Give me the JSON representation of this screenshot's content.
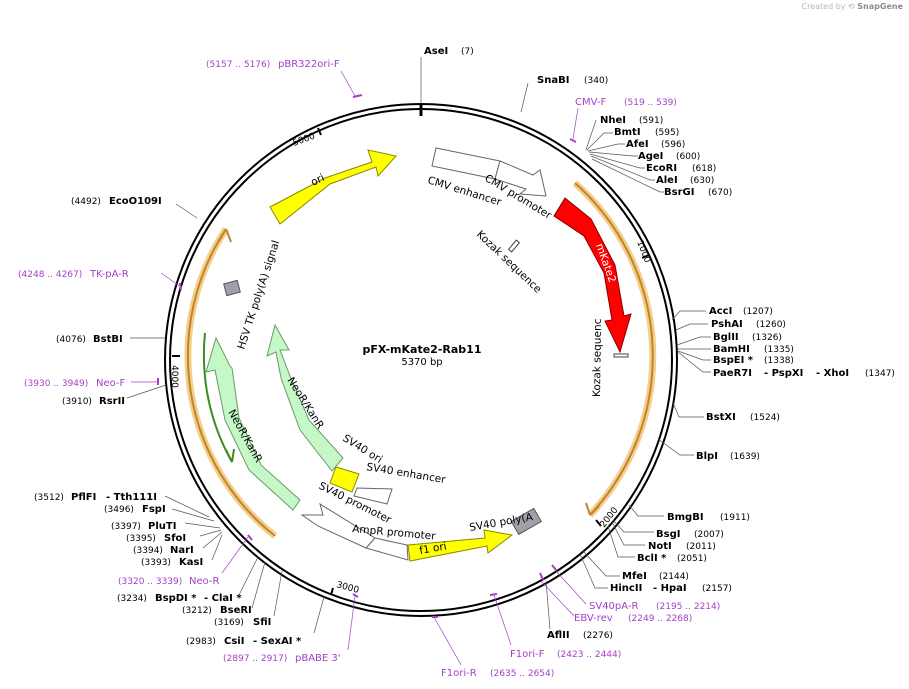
{
  "credit": {
    "prefix": "Created by",
    "brand": "SnapGene"
  },
  "plasmid": {
    "name": "pFX-mKate2-Rab11",
    "size": "5370 bp"
  },
  "ticks": [
    "1000",
    "2000",
    "3000",
    "4000",
    "5000"
  ],
  "features": {
    "cmv_enhancer": "CMV enhancer",
    "cmv_promoter": "CMV promoter",
    "kozak1": "Kozak sequence",
    "mkate2": "mKate2",
    "kozak2": "Kozak sequence",
    "sv40_polya": "SV40 poly(A) signal",
    "f1_ori": "f1 ori",
    "ampr_promoter": "AmpR promoter",
    "sv40_promoter": "SV40 promoter",
    "sv40_enhancer": "SV40 enhancer",
    "sv40_ori": "SV40 ori",
    "neor_inner": "NeoR/KanR",
    "neor_outer": "NeoR/KanR",
    "hsv_tk": "HSV TK poly(A) signal",
    "ori": "ori"
  },
  "enzymes": [
    {
      "name": "AseI",
      "pos": "(7)"
    },
    {
      "name": "SnaBI",
      "pos": "(340)"
    },
    {
      "name": "NheI",
      "pos": "(591)"
    },
    {
      "name": "BmtI",
      "pos": "(595)"
    },
    {
      "name": "AfeI",
      "pos": "(596)"
    },
    {
      "name": "AgeI",
      "pos": "(600)"
    },
    {
      "name": "EcoRI",
      "pos": "(618)"
    },
    {
      "name": "AleI",
      "pos": "(630)"
    },
    {
      "name": "BsrGI",
      "pos": "(670)"
    },
    {
      "name": "AccI",
      "pos": "(1207)"
    },
    {
      "name": "PshAI",
      "pos": "(1260)"
    },
    {
      "name": "BglII",
      "pos": "(1326)"
    },
    {
      "name": "BamHI",
      "pos": "(1335)"
    },
    {
      "name": "BspEI *",
      "pos": "(1338)"
    },
    {
      "name": "PaeR7I",
      "pos": ""
    },
    {
      "name": "- PspXI",
      "pos": ""
    },
    {
      "name": "- XhoI",
      "pos": "(1347)"
    },
    {
      "name": "BstXI",
      "pos": "(1524)"
    },
    {
      "name": "BlpI",
      "pos": "(1639)"
    },
    {
      "name": "BmgBI",
      "pos": "(1911)"
    },
    {
      "name": "BsgI",
      "pos": "(2007)"
    },
    {
      "name": "NotI",
      "pos": "(2011)"
    },
    {
      "name": "BclI *",
      "pos": "(2051)"
    },
    {
      "name": "MfeI",
      "pos": "(2144)"
    },
    {
      "name": "HincII",
      "pos": ""
    },
    {
      "name": "- HpaI",
      "pos": "(2157)"
    },
    {
      "name": "AflII",
      "pos": "(2276)"
    },
    {
      "name": "CsiI",
      "pos": "(2983)"
    },
    {
      "name": "- SexAI *",
      "pos": ""
    },
    {
      "name": "SfiI",
      "pos": "(3169)"
    },
    {
      "name": "BseRI",
      "pos": "(3212)"
    },
    {
      "name": "BspDI *",
      "pos": "(3234)"
    },
    {
      "name": "- ClaI *",
      "pos": ""
    },
    {
      "name": "KasI",
      "pos": "(3393)"
    },
    {
      "name": "NarI",
      "pos": "(3394)"
    },
    {
      "name": "SfoI",
      "pos": "(3395)"
    },
    {
      "name": "PluTI",
      "pos": "(3397)"
    },
    {
      "name": "FspI",
      "pos": "(3496)"
    },
    {
      "name": "PflFI",
      "pos": "(3512)"
    },
    {
      "name": "- Tth111I",
      "pos": ""
    },
    {
      "name": "RsrII",
      "pos": "(3910)"
    },
    {
      "name": "BstBI",
      "pos": "(4076)"
    },
    {
      "name": "EcoO109I",
      "pos": "(4492)"
    }
  ],
  "primers": [
    {
      "name": "pBR322ori-F",
      "range": "(5157 .. 5176)"
    },
    {
      "name": "CMV-F",
      "range": "(519 .. 539)"
    },
    {
      "name": "SV40pA-R",
      "range": "(2195 .. 2214)"
    },
    {
      "name": "EBV-rev",
      "range": "(2249 .. 2268)"
    },
    {
      "name": "F1ori-F",
      "range": "(2423 .. 2444)"
    },
    {
      "name": "F1ori-R",
      "range": "(2635 .. 2654)"
    },
    {
      "name": "pBABE 3'",
      "range": "(2897 .. 2917)"
    },
    {
      "name": "Neo-R",
      "range": "(3320 .. 3339)"
    },
    {
      "name": "Neo-F",
      "range": "(3930 .. 3949)"
    },
    {
      "name": "TK-pA-R",
      "range": "(4248 .. 4267)"
    }
  ],
  "colors": {
    "mkate2": "#ff0000",
    "ori": "#ffff00",
    "neor": "#c6f7c6",
    "orf": "#f0b045",
    "primer": "#a43fc6",
    "polya": "#a0a0a8"
  }
}
